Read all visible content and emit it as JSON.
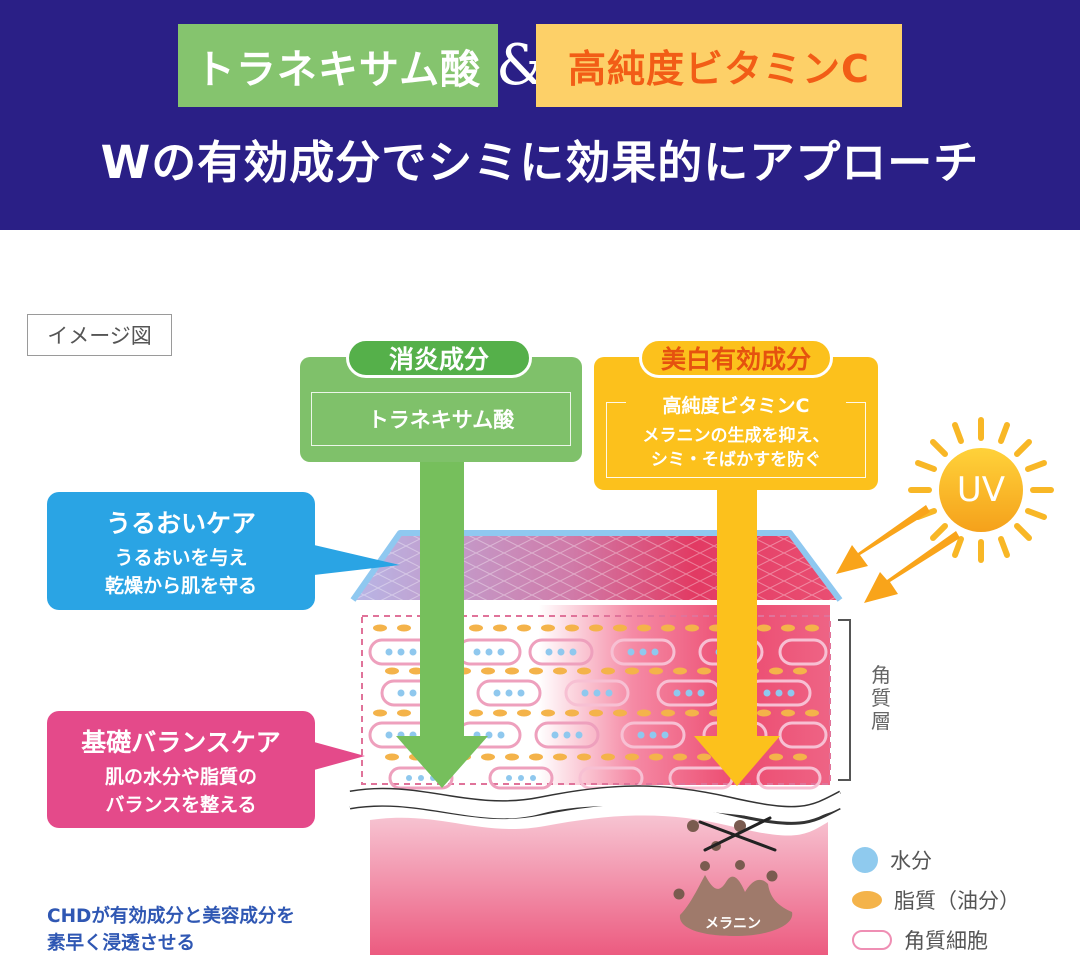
{
  "banner": {
    "tag_left": "トラネキサム酸",
    "ampersand": "&",
    "tag_right": "高純度ビタミンC",
    "headline": "Wの有効成分でシミに効果的にアプローチ",
    "colors": {
      "background": "#2a1f86",
      "tag_left": "#85c46e",
      "tag_right": "#fdd068",
      "tag_right_text": "#f25d16"
    }
  },
  "image_note": "イメージ図",
  "green_box": {
    "pill": "消炎成分",
    "inner": "トラネキサム酸",
    "color": "#7fc16a"
  },
  "yellow_box": {
    "pill": "美白有効成分",
    "inner_title": "高純度ビタミンC",
    "inner_body": [
      "メラニンの生成を抑え、",
      "シミ・そばかすを防ぐ"
    ],
    "color": "#fcc11c"
  },
  "callouts": {
    "moisture": {
      "title": "うるおいケア",
      "body": [
        "うるおいを与え",
        "乾燥から肌を守る"
      ],
      "color": "#2aa4e4"
    },
    "balance": {
      "title": "基礎バランスケア",
      "body": [
        "肌の水分や脂質の",
        "バランスを整える"
      ],
      "color": "#e44a8a"
    }
  },
  "uv_label": "UV",
  "layer_label": [
    "角",
    "質",
    "層"
  ],
  "melanin_label": "メラニン",
  "legend": [
    {
      "icon": "water-droplet-dot",
      "label": "水分"
    },
    {
      "icon": "oil-ellipse",
      "label": "脂質（油分）"
    },
    {
      "icon": "cell-capsule",
      "label": "角質細胞"
    }
  ],
  "bottom_text": [
    "CHDが有効成分と美容成分を",
    "素早く浸透させる"
  ]
}
